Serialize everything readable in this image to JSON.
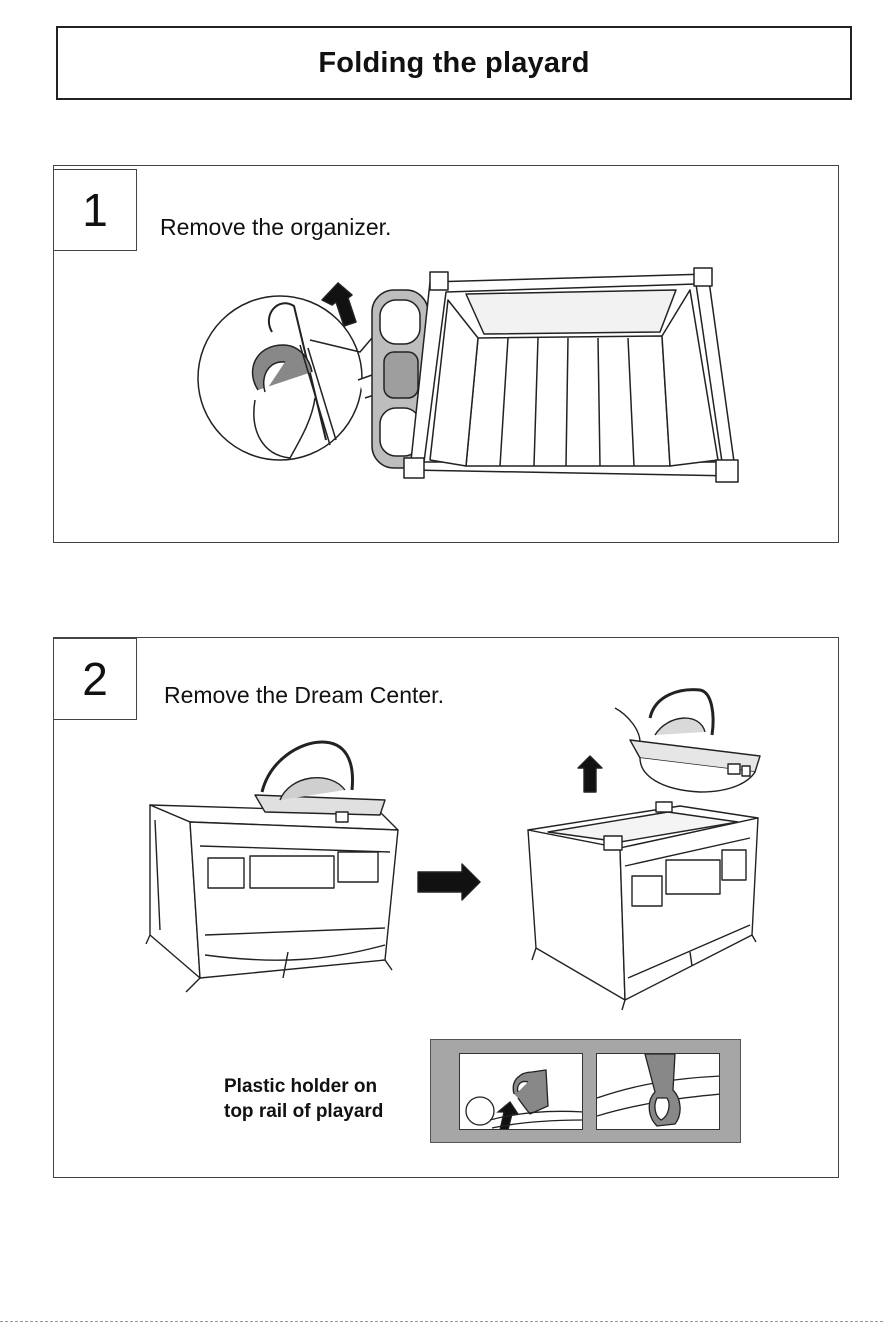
{
  "page": {
    "title": "Folding the playard"
  },
  "steps": [
    {
      "number": "1",
      "instruction": "Remove the organizer."
    },
    {
      "number": "2",
      "instruction": "Remove the Dream Center."
    }
  ],
  "holder_note": {
    "line1": "Plastic holder on",
    "line2": "top rail of playard"
  }
}
